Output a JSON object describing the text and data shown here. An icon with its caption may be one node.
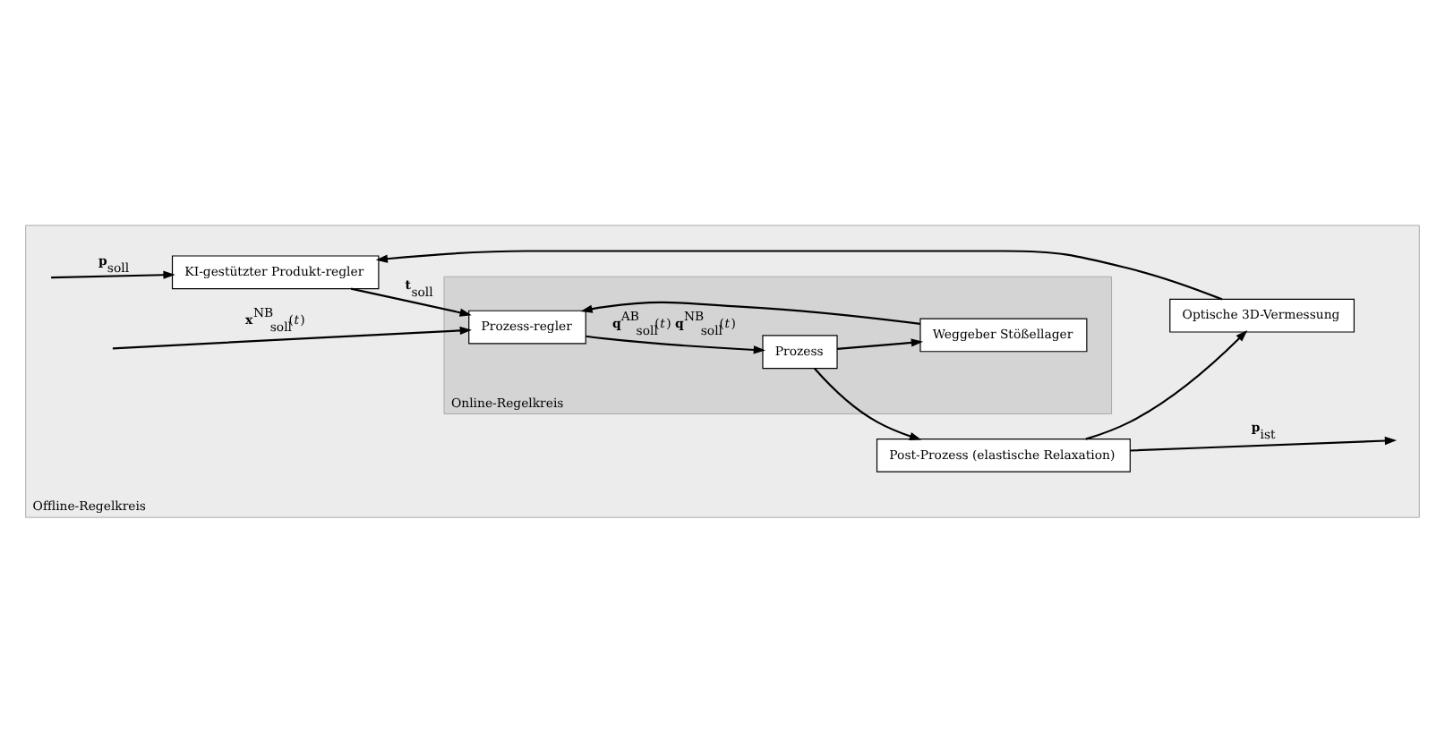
{
  "diagram": {
    "nodes": [
      {
        "text": [
          "Offline-Regelkreis"
        ]
      },
      {
        "text": [
          "Online-Regelkreis"
        ],
        "in": 0
      },
      {
        "text": [
          "KI-gestützter Produkt-regler"
        ],
        "in": 0
      },
      {
        "text": [
          "Prozess-regler"
        ],
        "in": 1
      },
      {
        "text": [
          "Prozess"
        ],
        "in": 1
      },
      {
        "text": [
          "Weggeber Stößellager"
        ],
        "in": 1
      },
      {
        "text": [
          "Post-Prozess (elastische Relaxation)"
        ],
        "in": 0
      },
      {
        "text": [
          "Optische 3D-Vermessung"
        ],
        "in": 0
      }
    ],
    "edges": [
      {
        "from": null,
        "to": 2,
        "arrow": "to",
        "label": "**p**$_{soll}$"
      },
      {
        "from": 2,
        "to": 3,
        "arrow": "to",
        "label": "**t**$_{soll}$"
      },
      {
        "from": null,
        "to": 3,
        "arrow": "to",
        "label": "**x**$^{NB}$$_{soll}$(*t*)"
      },
      {
        "from": 3,
        "to": 4,
        "arrow": "to",
        "label": "**q**$^{AB}$$_{soll}$(*t*) **q**$^{NB}$$_{soll}$(*t*)"
      },
      {
        "from": 4,
        "to": 6,
        "arrow": "to"
      },
      {
        "from": 4,
        "to": 5,
        "arrow": "to"
      },
      {
        "from": 5,
        "to": 3,
        "arrow": "to"
      },
      {
        "from": 6,
        "to": null,
        "arrow": "to",
        "label": "**p**$_{ist}$"
      },
      {
        "from": 6,
        "to": 7,
        "arrow": "to"
      },
      {
        "from": 7,
        "to": 2,
        "arrow": "to"
      }
    ]
  }
}
